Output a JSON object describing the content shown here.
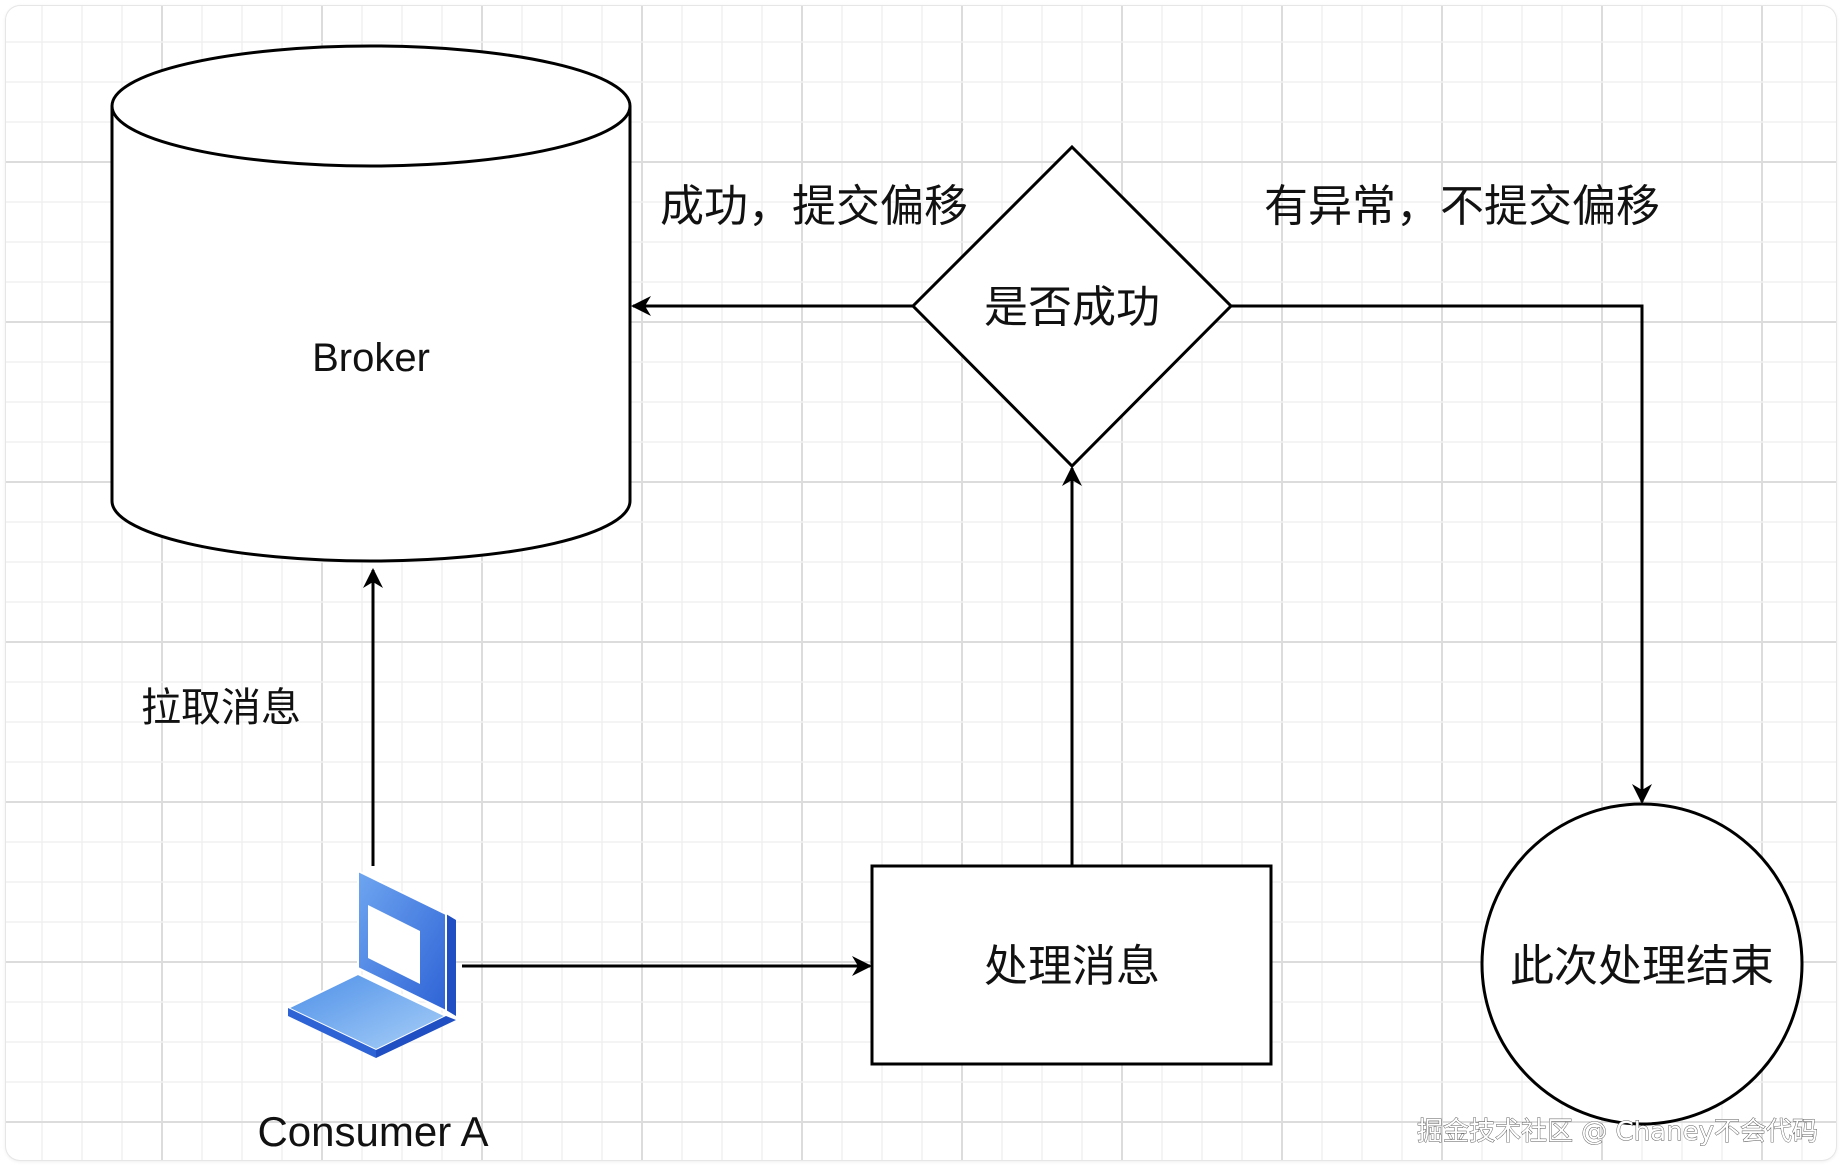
{
  "diagram": {
    "type": "flowchart",
    "nodes": {
      "broker": {
        "shape": "cylinder",
        "label": "Broker"
      },
      "consumer": {
        "shape": "laptop-icon",
        "label": "Consumer A"
      },
      "process": {
        "shape": "rectangle",
        "label": "处理消息"
      },
      "decision": {
        "shape": "diamond",
        "label": "是否成功"
      },
      "end": {
        "shape": "circle",
        "label": "此次处理结束"
      }
    },
    "edges": [
      {
        "from": "consumer",
        "to": "broker",
        "label": "拉取消息"
      },
      {
        "from": "consumer",
        "to": "process",
        "label": ""
      },
      {
        "from": "process",
        "to": "decision",
        "label": ""
      },
      {
        "from": "decision",
        "to": "broker",
        "label": "成功，提交偏移"
      },
      {
        "from": "decision",
        "to": "end",
        "label": "有异常，不提交偏移"
      }
    ],
    "colors": {
      "stroke": "#000000",
      "grid_minor": "#f0f0f0",
      "grid_major": "#dcdcdc",
      "laptop_blue": "#3d7be8",
      "laptop_light": "#7fb4f2"
    }
  },
  "watermark": "掘金技术社区 @ Chaney不会代码"
}
